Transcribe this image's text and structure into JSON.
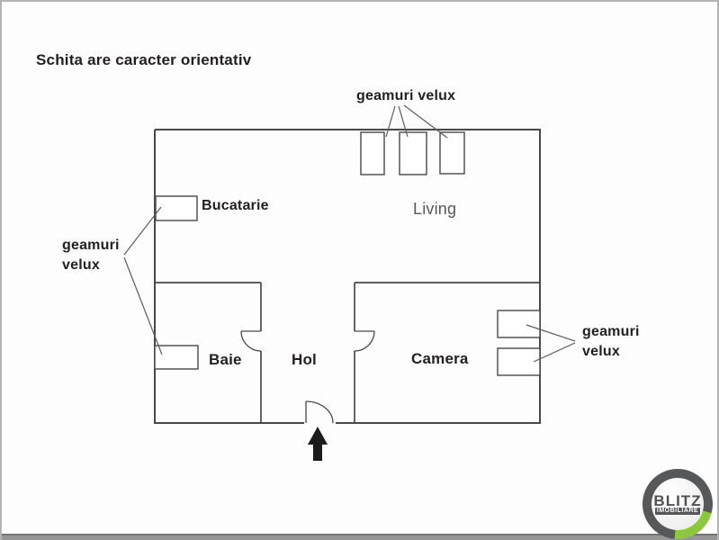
{
  "disclaimer": "Schita are caracter orientativ",
  "rooms": [
    {
      "id": "bucatarie",
      "label": "Bucatarie"
    },
    {
      "id": "living",
      "label": "Living"
    },
    {
      "id": "baie",
      "label": "Baie"
    },
    {
      "id": "hol",
      "label": "Hol"
    },
    {
      "id": "camera",
      "label": "Camera"
    }
  ],
  "annotations": {
    "top_windows_label": "geamuri velux",
    "left_windows_label": "geamuri velux",
    "right_windows_label": "geamuri velux"
  },
  "velux_window_counts": {
    "living": 3,
    "bucatarie": 1,
    "baie": 1,
    "camera": 2
  },
  "logo": {
    "brand": "BLITZ",
    "tagline": "IMOBILIARE",
    "ring_color": "#57585a",
    "accent_color": "#8dc63f"
  },
  "colors": {
    "wall": "#47484a",
    "leader_line": "#5b5c5e",
    "label_text": "#231f20",
    "living_text": "#57585b",
    "frame_border": "#b3b3b3",
    "bottom_bar": "#969696",
    "arrow": "#1c1c1e"
  }
}
